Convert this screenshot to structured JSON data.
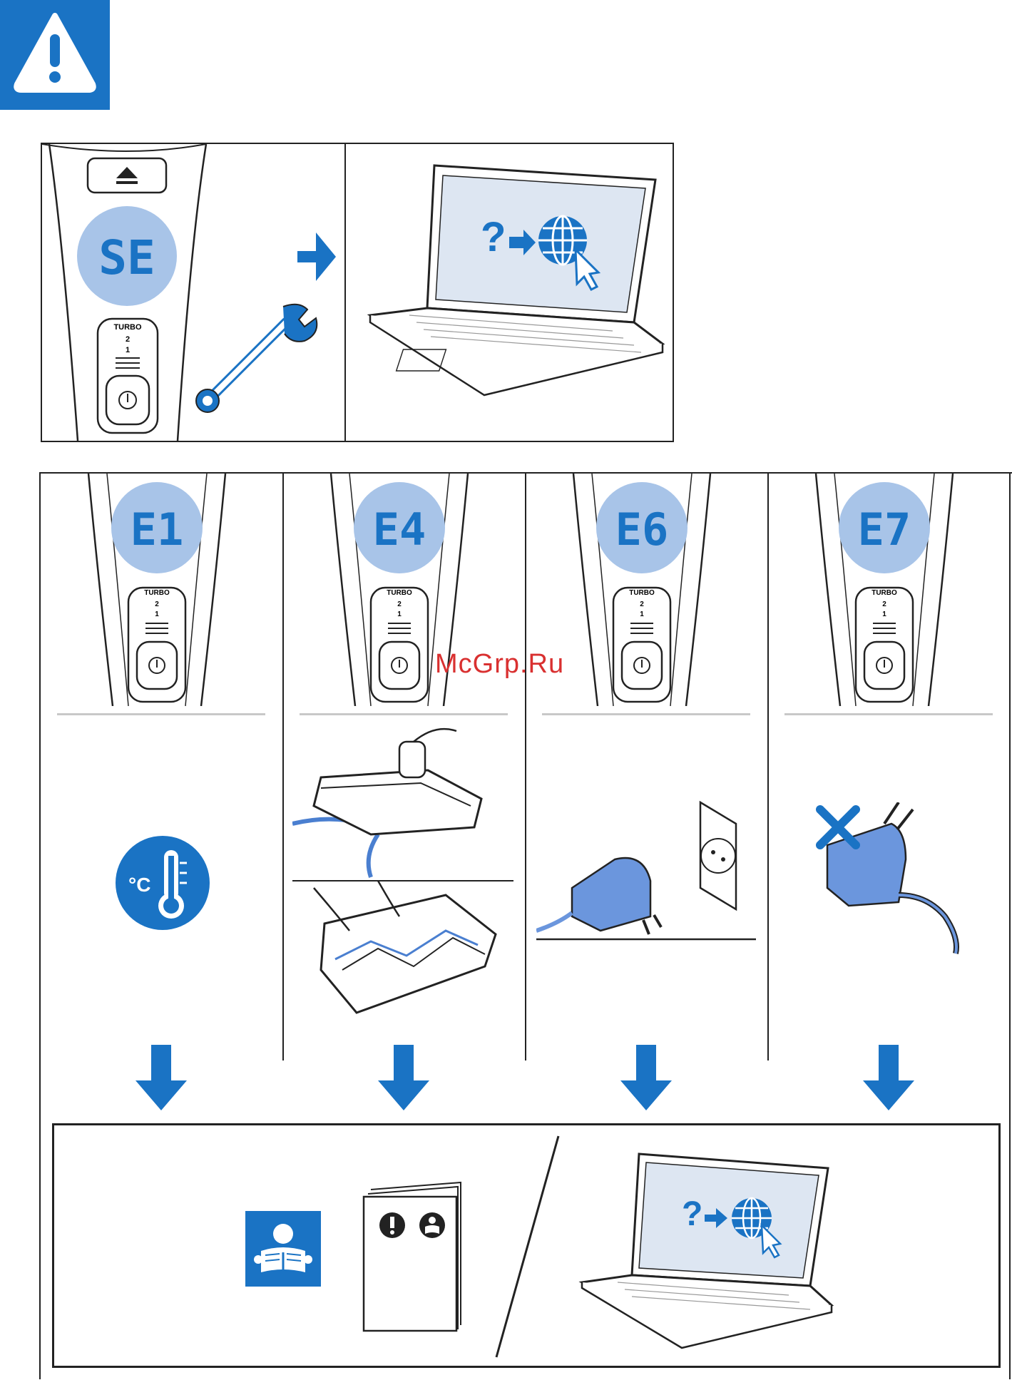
{
  "header": {
    "warning_icon": "warning-triangle-icon",
    "accent_color": "#1a73c4"
  },
  "top_panel": {
    "display_code": "SE",
    "speed_label": "TURBO",
    "speed_2": "2",
    "speed_1": "1",
    "icons": [
      "eject-button-icon",
      "wrench-icon",
      "arrow-right-icon",
      "laptop-icon",
      "question-icon",
      "globe-icon",
      "cursor-icon"
    ]
  },
  "error_columns": [
    {
      "code": "E1",
      "icon": "temperature-celsius-icon",
      "celsius": "°C"
    },
    {
      "code": "E4",
      "icon": "brush-nozzle-icon"
    },
    {
      "code": "E6",
      "icon": "adapter-socket-icon"
    },
    {
      "code": "E7",
      "icon": "adapter-crossed-icon"
    }
  ],
  "handle_labels": {
    "turbo": "TURBO",
    "two": "2",
    "one": "1"
  },
  "bottom_panel": {
    "icons": [
      "read-manual-icon",
      "manual-booklet-icon",
      "laptop-icon",
      "question-icon",
      "globe-icon"
    ]
  },
  "watermark": "McGrp.Ru"
}
